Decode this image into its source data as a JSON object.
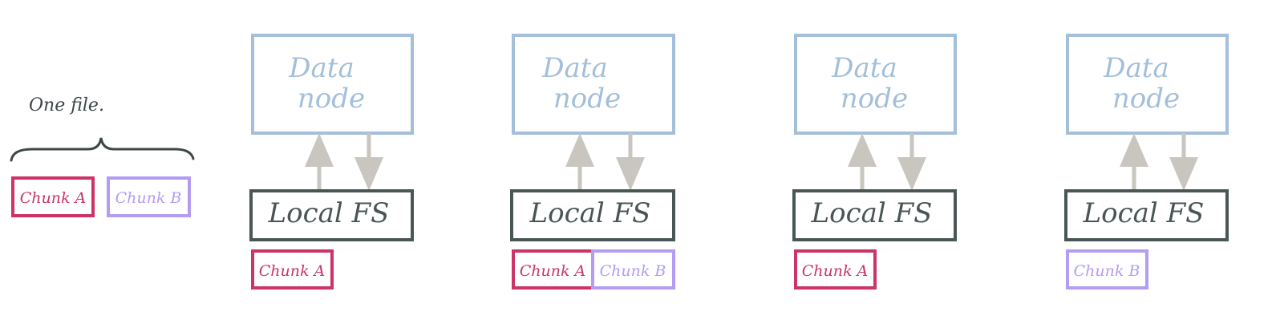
{
  "file_group": {
    "label": "One file.",
    "chunks": [
      "Chunk A",
      "Chunk B"
    ]
  },
  "nodes": [
    {
      "title_line1": "Data",
      "title_line2": "node",
      "fs_label": "Local FS",
      "chunks": [
        "Chunk A"
      ]
    },
    {
      "title_line1": "Data",
      "title_line2": "node",
      "fs_label": "Local FS",
      "chunks": [
        "Chunk A",
        "Chunk B"
      ]
    },
    {
      "title_line1": "Data",
      "title_line2": "node",
      "fs_label": "Local FS",
      "chunks": [
        "Chunk A"
      ]
    },
    {
      "title_line1": "Data",
      "title_line2": "node",
      "fs_label": "Local FS",
      "chunks": [
        "Chunk B"
      ]
    }
  ],
  "colors": {
    "datanode_blue": "#a3bfd9",
    "fs_dark": "#4a5556",
    "chunk_a": "#cc3366",
    "chunk_b": "#b39cf2",
    "arrow_gray": "#c9c6bf",
    "brace_dark": "#3d4748"
  }
}
